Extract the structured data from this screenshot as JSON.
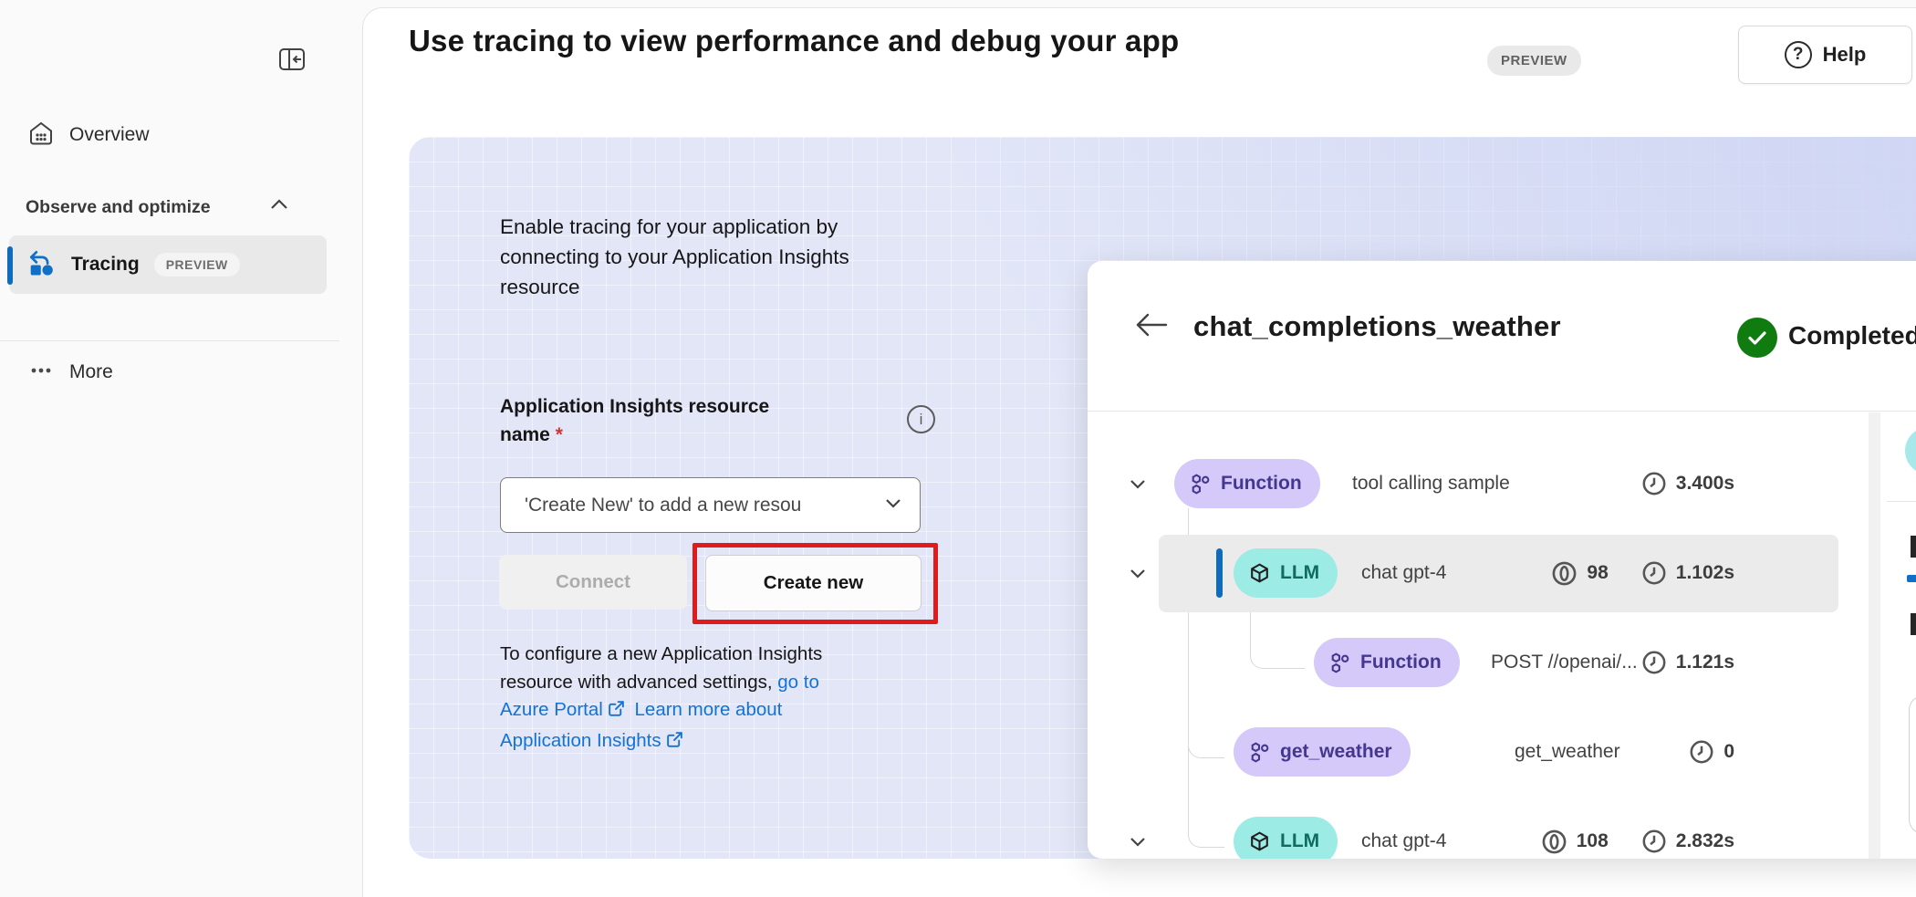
{
  "sidebar": {
    "overview": {
      "label": "Overview"
    },
    "section": {
      "label": "Observe and optimize"
    },
    "tracing": {
      "label": "Tracing",
      "badge": "PREVIEW"
    },
    "more": {
      "label": "More"
    }
  },
  "header": {
    "title": "Use tracing to view performance and debug your app",
    "badge": "PREVIEW",
    "help": "Help"
  },
  "setup_panel": {
    "intro": "Enable tracing for your application by connecting to your Application Insights resource",
    "field": {
      "label": "Application Insights resource name",
      "required": "*",
      "dropdown_value": "'Create New' to add a new resou"
    },
    "buttons": {
      "connect": "Connect",
      "create_new": "Create new"
    },
    "footer": {
      "text": "To configure a new Application Insights resource with advanced settings,",
      "link_azure": "go to Azure Portal",
      "link_learn": "Learn more about Application Insights"
    }
  },
  "trace_panel": {
    "title": "chat_completions_weather",
    "status": "Completed",
    "rows": [
      {
        "badge": "Function",
        "name": "tool calling sample",
        "duration": "3.400s"
      },
      {
        "badge": "LLM",
        "name": "chat gpt-4",
        "tokens": "98",
        "duration": "1.102s"
      },
      {
        "badge": "Function",
        "name": "POST //openai/...",
        "duration": "1.121s"
      },
      {
        "badge": "get_weather",
        "name": "get_weather",
        "duration": "0"
      },
      {
        "badge": "LLM",
        "name": "chat gpt-4",
        "tokens": "108",
        "duration": "2.832s"
      }
    ]
  },
  "colors": {
    "accent_blue": "#0f6cbd",
    "link_blue": "#1273d6",
    "pill_purple_bg": "#d4c9f8",
    "pill_teal_bg": "#9debe5",
    "status_green": "#107c10",
    "annotation_red": "#e01b1b"
  }
}
